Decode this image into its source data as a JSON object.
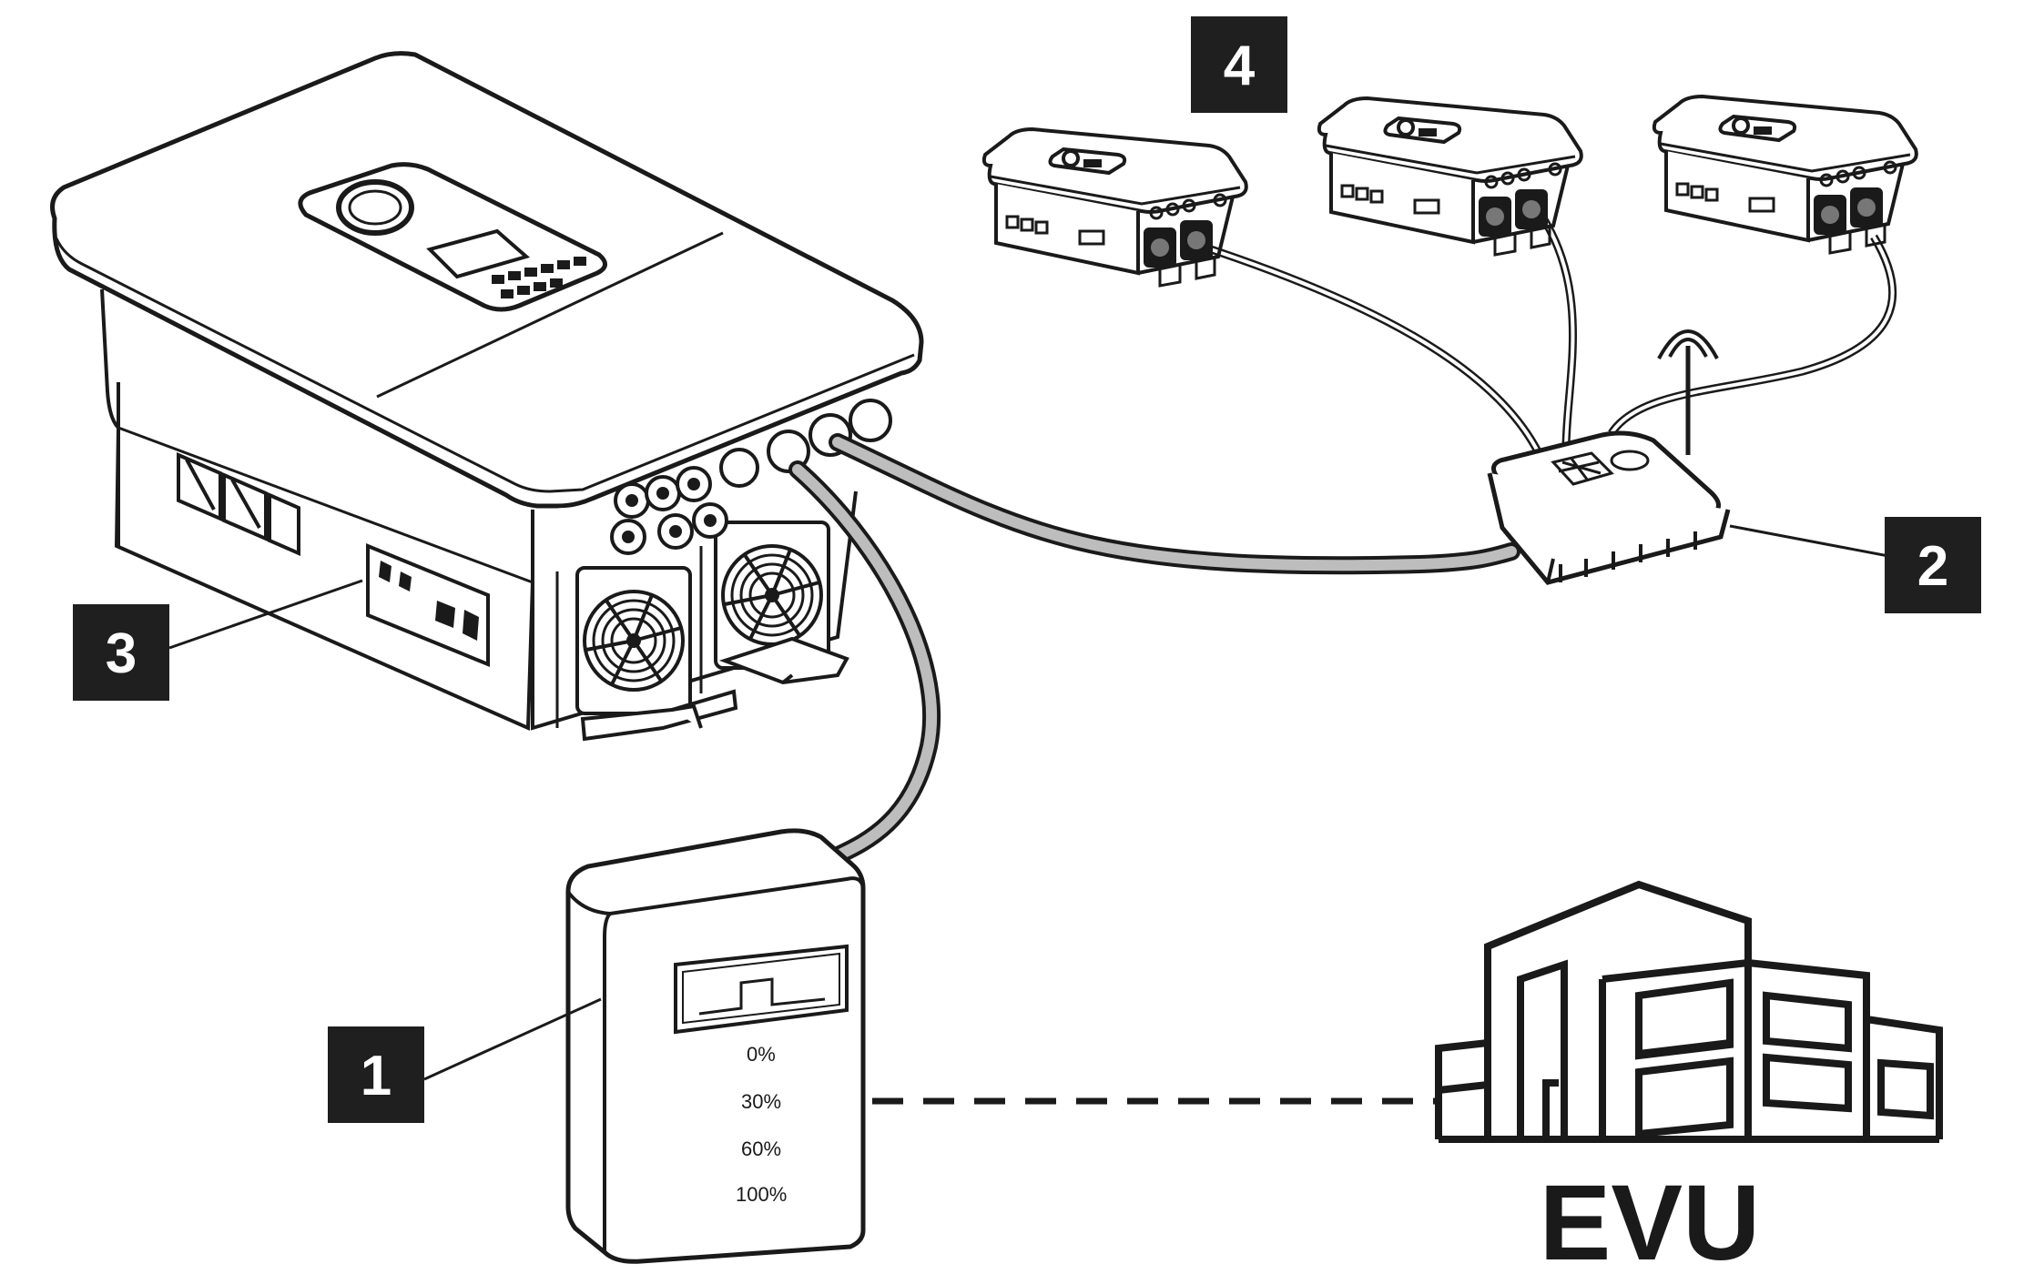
{
  "labels": {
    "rcr_device": "1",
    "router": "2",
    "main_inverter": "3",
    "inverters_group": "4"
  },
  "utility_label": "EVU",
  "receiver_scale": [
    "0%",
    "30%",
    "60%",
    "100%"
  ],
  "colors": {
    "stroke": "#1a1a1a",
    "badge_bg": "#1f1f1f",
    "badge_text": "#ffffff",
    "cable_fill": "#bdbdbd",
    "background": "#ffffff"
  }
}
